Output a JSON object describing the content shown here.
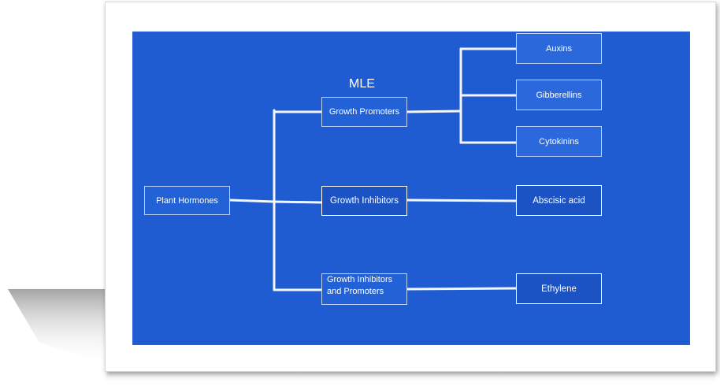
{
  "title": "MLE",
  "root": {
    "label": "Plant Hormones"
  },
  "categories": [
    {
      "label": "Growth Promoters"
    },
    {
      "label": "Growth Inhibitors"
    },
    {
      "label_line1": "Growth Inhibitors",
      "label_line2": "and Promoters"
    }
  ],
  "leaves": [
    {
      "label": "Auxins"
    },
    {
      "label": "Gibberellins"
    },
    {
      "label": "Cytokinins"
    },
    {
      "label": "Abscisic acid"
    },
    {
      "label": "Ethylene"
    }
  ],
  "colors": {
    "slide_background": "#1f5bd1",
    "connector": "#ffffff",
    "text": "#ffffff"
  }
}
